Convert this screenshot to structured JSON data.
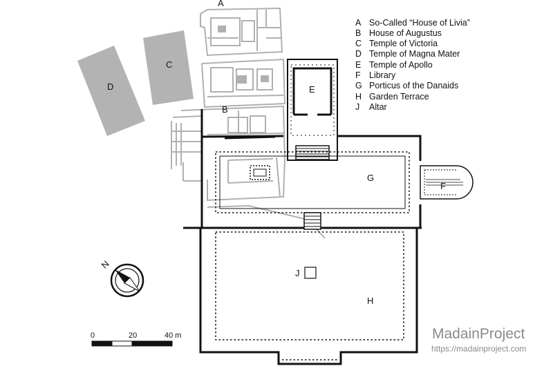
{
  "legend": [
    {
      "key": "A",
      "text": "So-Called “House of Livia”"
    },
    {
      "key": "B",
      "text": "House of Augustus"
    },
    {
      "key": "C",
      "text": "Temple of Victoria"
    },
    {
      "key": "D",
      "text": "Temple of Magna Mater"
    },
    {
      "key": "E",
      "text": "Temple of Apollo"
    },
    {
      "key": "F",
      "text": "Library"
    },
    {
      "key": "G",
      "text": "Porticus of the Danaids"
    },
    {
      "key": "H",
      "text": "Garden Terrace"
    },
    {
      "key": "J",
      "text": "Altar"
    }
  ],
  "plan_labels": {
    "A": "A",
    "B": "B",
    "C": "C",
    "D": "D",
    "E": "E",
    "F": "F",
    "G": "G",
    "H": "H",
    "J": "J"
  },
  "compass": {
    "label": "N"
  },
  "scale": {
    "zero": "0",
    "mid": "20",
    "end": "40 m"
  },
  "watermark": {
    "brand_part1": "Madain",
    "brand_part2": "Project",
    "url": "https://madainproject.com"
  },
  "colors": {
    "gray_fill": "#b3b3b3",
    "light_line": "#b0b0b0",
    "dark_line": "#111111",
    "watermark": "#8a8a8a"
  }
}
